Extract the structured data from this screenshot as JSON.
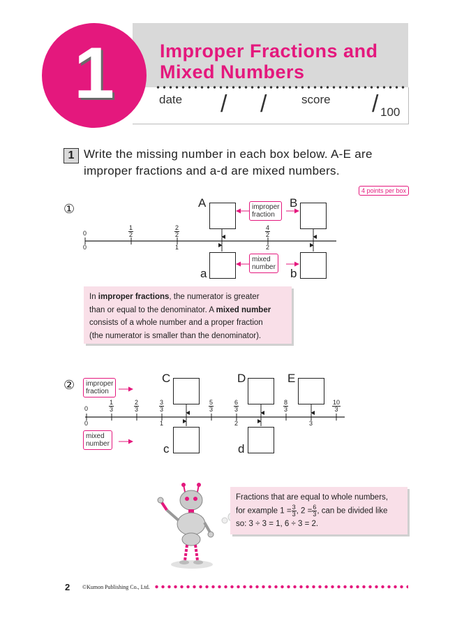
{
  "header": {
    "lesson_number": "1",
    "title_line1": "Improper Fractions and",
    "title_line2": "Mixed Numbers",
    "date_label": "date",
    "score_label": "score",
    "score_total": "100"
  },
  "question": {
    "number": "1",
    "line1": "Write the missing number in each box below. A-E are",
    "line2": "improper fractions and a-d are mixed numbers.",
    "points": "4 points per box"
  },
  "part1": {
    "marker": "①",
    "top_box_labels": [
      "A",
      "B"
    ],
    "bottom_box_labels": [
      "a",
      "b"
    ],
    "improper_tag": [
      "improper",
      "fraction"
    ],
    "mixed_tag": [
      "mixed",
      "number"
    ],
    "top_ticks": [
      {
        "whole": "0"
      },
      {
        "num": "1",
        "den": "2"
      },
      {
        "num": "2",
        "den": "2"
      },
      {
        "num": "4",
        "den": "2"
      }
    ],
    "bottom_ticks": [
      "0",
      "1",
      "2"
    ]
  },
  "note1": {
    "line1_pre": "In ",
    "line1_bold": "improper fractions",
    "line1_post": ", the numerator is greater",
    "line2_pre": "than or equal to the denominator. A ",
    "line2_bold": "mixed number",
    "line3": "consists of a whole number and a proper fraction",
    "line4": "(the numerator is smaller than the denominator)."
  },
  "part2": {
    "marker": "②",
    "top_box_labels": [
      "C",
      "D",
      "E"
    ],
    "bottom_box_labels": [
      "c",
      "d"
    ],
    "improper_tag": [
      "improper",
      "fraction"
    ],
    "mixed_tag": [
      "mixed",
      "number"
    ],
    "top_ticks": [
      {
        "whole": "0"
      },
      {
        "num": "1",
        "den": "3"
      },
      {
        "num": "2",
        "den": "3"
      },
      {
        "num": "3",
        "den": "3"
      },
      {
        "num": "5",
        "den": "3"
      },
      {
        "num": "6",
        "den": "3"
      },
      {
        "num": "8",
        "den": "3"
      },
      {
        "num": "10",
        "den": "3"
      }
    ],
    "bottom_ticks": [
      "0",
      "1",
      "2",
      "3"
    ]
  },
  "note2": {
    "line1": "Fractions that are equal to whole numbers,",
    "line2_pre": "for example ",
    "eq1_left": "1 =",
    "eq1_num": "3",
    "eq1_den": "3",
    "eq2_left": ", 2 =",
    "eq2_num": "6",
    "eq2_den": "3",
    "line2_post": ", can be divided like",
    "line3": "so: 3 ÷ 3 = 1, 6 ÷ 3 = 2."
  },
  "footer": {
    "page": "2",
    "copyright": "©Kumon Publishing Co., Ltd."
  },
  "colors": {
    "accent": "#e4187d",
    "note_bg": "#f9dfe8",
    "header_gray": "#d9d9d9"
  }
}
